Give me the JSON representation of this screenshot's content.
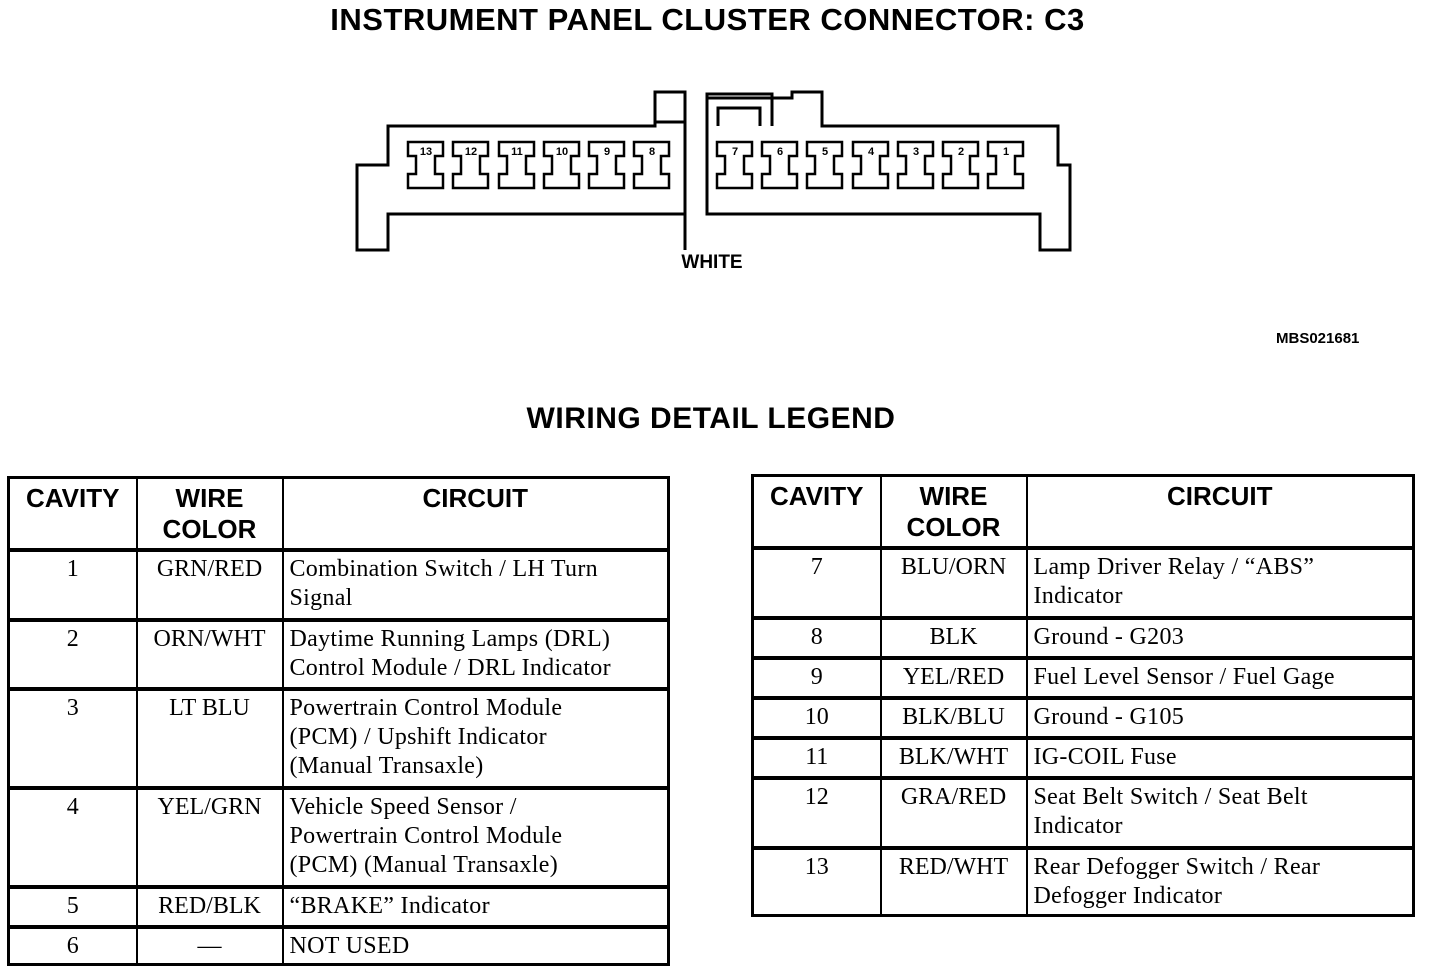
{
  "title": "INSTRUMENT PANEL CLUSTER CONNECTOR: C3",
  "connector": {
    "color_label": "WHITE",
    "cavity_numbers": [
      "13",
      "12",
      "11",
      "10",
      "9",
      "8",
      "7",
      "6",
      "5",
      "4",
      "3",
      "2",
      "1"
    ]
  },
  "ref_code": "MBS021681",
  "legend_title": "WIRING DETAIL LEGEND",
  "table_headers": {
    "cavity": "CAVITY",
    "wire_color": "WIRE\nCOLOR",
    "circuit": "CIRCUIT"
  },
  "tables": [
    {
      "rows": [
        {
          "cavity": "1",
          "wire_color": "GRN/RED",
          "circuit": "Combination Switch / LH Turn\nSignal"
        },
        {
          "cavity": "2",
          "wire_color": "ORN/WHT",
          "circuit": "Daytime Running Lamps (DRL)\nControl Module / DRL Indicator"
        },
        {
          "cavity": "3",
          "wire_color": "LT BLU",
          "circuit": "Powertrain Control Module\n(PCM) / Upshift Indicator\n(Manual Transaxle)"
        },
        {
          "cavity": "4",
          "wire_color": "YEL/GRN",
          "circuit": "Vehicle Speed Sensor /\nPowertrain Control Module\n(PCM) (Manual Transaxle)"
        },
        {
          "cavity": "5",
          "wire_color": "RED/BLK",
          "circuit": "“BRAKE” Indicator"
        },
        {
          "cavity": "6",
          "wire_color": "—",
          "circuit": "NOT USED"
        }
      ]
    },
    {
      "rows": [
        {
          "cavity": "7",
          "wire_color": "BLU/ORN",
          "circuit": "Lamp Driver Relay / “ABS”\nIndicator"
        },
        {
          "cavity": "8",
          "wire_color": "BLK",
          "circuit": "Ground - G203"
        },
        {
          "cavity": "9",
          "wire_color": "YEL/RED",
          "circuit": "Fuel Level Sensor / Fuel Gage"
        },
        {
          "cavity": "10",
          "wire_color": "BLK/BLU",
          "circuit": "Ground - G105"
        },
        {
          "cavity": "11",
          "wire_color": "BLK/WHT",
          "circuit": "IG-COIL Fuse"
        },
        {
          "cavity": "12",
          "wire_color": "GRA/RED",
          "circuit": "Seat Belt Switch / Seat Belt\nIndicator"
        },
        {
          "cavity": "13",
          "wire_color": "RED/WHT",
          "circuit": "Rear Defogger Switch / Rear\nDefogger Indicator"
        }
      ]
    }
  ]
}
